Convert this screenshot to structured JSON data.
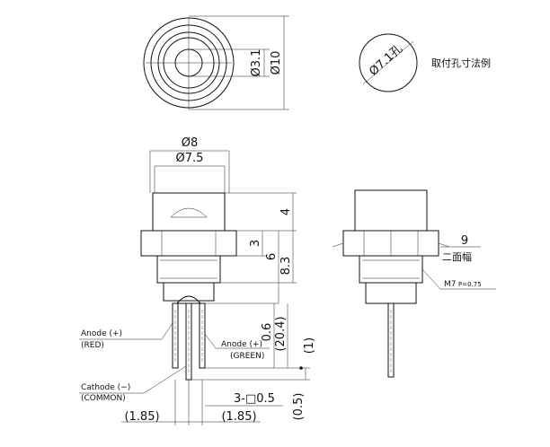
{
  "top_view": {
    "dim_inner": "Ø3.1",
    "dim_outer": "Ø10"
  },
  "mounting_hole": {
    "dim": "Ø7.1孔",
    "caption": "取付孔寸法例"
  },
  "front_view": {
    "dim_width_outer": "Ø8",
    "dim_width_inner": "Ø7.5",
    "dim_cap_height": "4",
    "dim_nut_height": "3",
    "dim_thread_6": "6",
    "dim_thread_8_3": "8.3",
    "dim_0_6": "0.6",
    "dim_20_4": "(20.4)",
    "dim_1": "(1)",
    "dim_0_5": "(0.5)",
    "dim_pin_pitch_left": "(1.85)",
    "dim_pin_pitch_right": "(1.85)",
    "dim_pin_square": "3-□0.5",
    "anode_red_label": "Anode (+)",
    "anode_red_color": "(RED)",
    "anode_green_label": "Anode (+)",
    "anode_green_color": "(GREEN)",
    "cathode_label": "Cathode (−)",
    "cathode_common": "(COMMON)"
  },
  "side_view": {
    "dim_flats": "9",
    "flats_caption": "二面幅",
    "thread_label": "M7",
    "thread_pitch": "P=0.75"
  }
}
